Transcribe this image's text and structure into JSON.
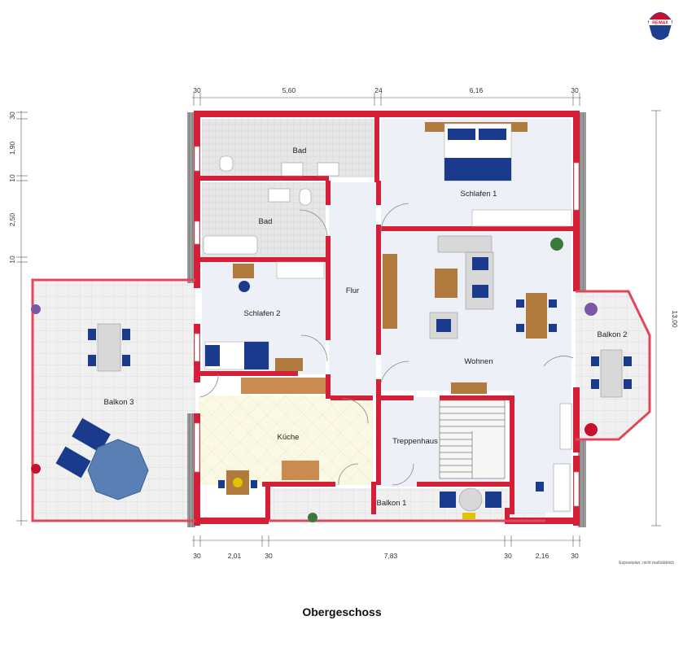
{
  "brand": {
    "logo_text": "RE/MAX"
  },
  "title": "Obergeschoss",
  "note": "Exposéplan, nicht maßstäblich",
  "rooms": {
    "bad_top": "Bad",
    "bad": "Bad",
    "schlafen1": "Schlafen 1",
    "schlafen2": "Schlafen 2",
    "flur": "Flur",
    "wohnen": "Wohnen",
    "balkon2": "Balkon 2",
    "balkon3": "Balkon 3",
    "kueche": "Küche",
    "treppenhaus": "Treppenhaus",
    "balkon1": "Balkon 1"
  },
  "dimensions": {
    "top": [
      "30",
      "5,60",
      "24",
      "6,16",
      "30"
    ],
    "bottom": [
      "30",
      "2,01",
      "30",
      "7,83",
      "30",
      "2,16",
      "30"
    ],
    "left": [
      "30",
      "1,90",
      "10",
      "2,50",
      "10"
    ],
    "right": [
      "13,00"
    ]
  },
  "colors": {
    "wall": "#d42036",
    "floor": "#eef0f8",
    "tile": "#e3e3e3",
    "terrace": "#eeeeee",
    "furniture_blue": "#1a3a8c",
    "wood": "#b07a3c"
  }
}
